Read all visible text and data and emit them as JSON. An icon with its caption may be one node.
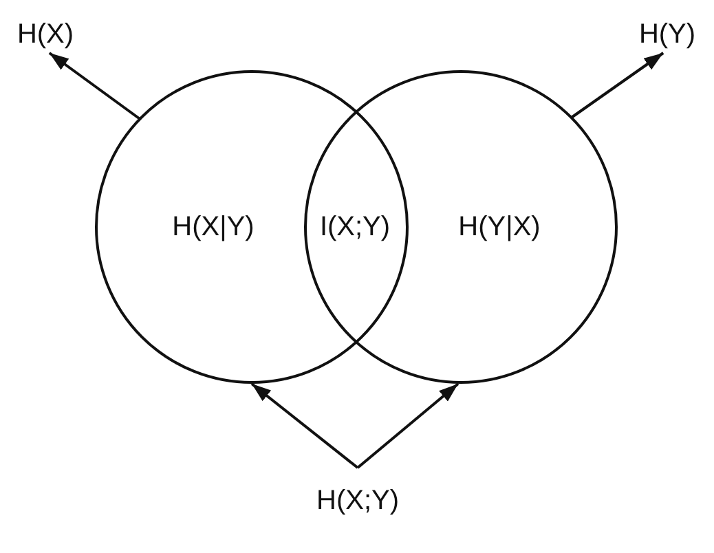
{
  "diagram": {
    "nodes": [
      {
        "text": [
          "H(X)"
        ]
      },
      {
        "text": [
          "H(Y)"
        ]
      },
      {
        "text": [],
        "shape": "circle"
      },
      {
        "text": [],
        "shape": "circle"
      },
      {
        "text": [
          "H(X;Y)"
        ]
      }
    ],
    "edges": [
      {
        "from": 2,
        "to": 0,
        "arrow": "to"
      },
      {
        "from": 3,
        "to": 1,
        "arrow": "to"
      },
      {
        "from": 4,
        "to": 2,
        "arrow": "to"
      },
      {
        "from": 4,
        "to": 3,
        "arrow": "to"
      }
    ],
    "labels": [
      "H(X|Y)",
      "I(X;Y)",
      "H(Y|X)"
    ]
  }
}
